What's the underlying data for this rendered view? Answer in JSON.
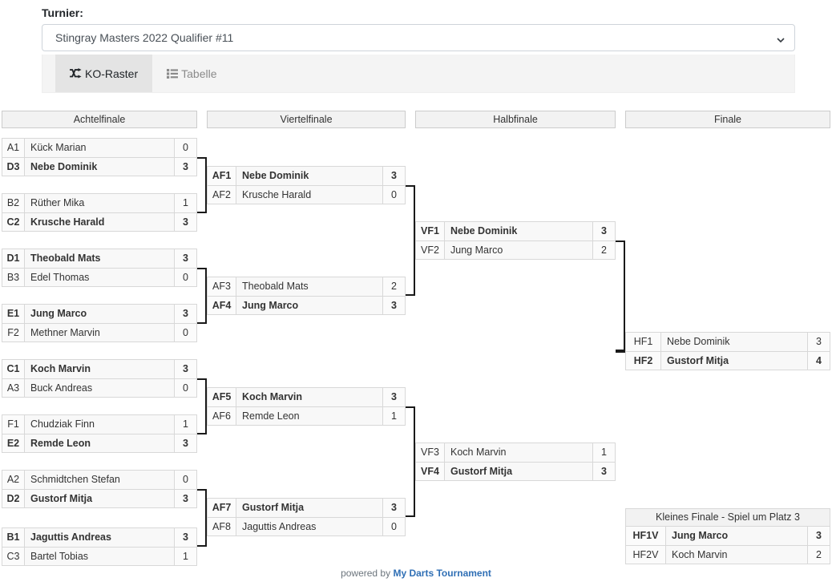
{
  "header": {
    "label": "Turnier:",
    "selected_tournament": "Stingray Masters 2022 Qualifier #11",
    "chevron_icon": "chevron-down-icon",
    "tabs": [
      {
        "label": "KO-Raster",
        "icon": "shuffle-icon",
        "active": true
      },
      {
        "label": "Tabelle",
        "icon": "list-icon",
        "active": false
      }
    ]
  },
  "rounds": [
    {
      "id": "r16",
      "title": "Achtelfinale"
    },
    {
      "id": "qf",
      "title": "Viertelfinale"
    },
    {
      "id": "sf",
      "title": "Halbfinale"
    },
    {
      "id": "f",
      "title": "Finale"
    }
  ],
  "third_place": {
    "title": "Kleines Finale - Spiel um Platz 3"
  },
  "matches": {
    "r16": [
      {
        "rows": [
          {
            "code": "A1",
            "name": "Kück Marian",
            "score": "0",
            "winner": false
          },
          {
            "code": "D3",
            "name": "Nebe Dominik",
            "score": "3",
            "winner": true
          }
        ]
      },
      {
        "rows": [
          {
            "code": "B2",
            "name": "Rüther Mika",
            "score": "1",
            "winner": false
          },
          {
            "code": "C2",
            "name": "Krusche Harald",
            "score": "3",
            "winner": true
          }
        ]
      },
      {
        "rows": [
          {
            "code": "D1",
            "name": "Theobald Mats",
            "score": "3",
            "winner": true
          },
          {
            "code": "B3",
            "name": "Edel Thomas",
            "score": "0",
            "winner": false
          }
        ]
      },
      {
        "rows": [
          {
            "code": "E1",
            "name": "Jung Marco",
            "score": "3",
            "winner": true
          },
          {
            "code": "F2",
            "name": "Methner Marvin",
            "score": "0",
            "winner": false
          }
        ]
      },
      {
        "rows": [
          {
            "code": "C1",
            "name": "Koch Marvin",
            "score": "3",
            "winner": true
          },
          {
            "code": "A3",
            "name": "Buck Andreas",
            "score": "0",
            "winner": false
          }
        ]
      },
      {
        "rows": [
          {
            "code": "F1",
            "name": "Chudziak Finn",
            "score": "1",
            "winner": false
          },
          {
            "code": "E2",
            "name": "Remde Leon",
            "score": "3",
            "winner": true
          }
        ]
      },
      {
        "rows": [
          {
            "code": "A2",
            "name": "Schmidtchen Stefan",
            "score": "0",
            "winner": false
          },
          {
            "code": "D2",
            "name": "Gustorf Mitja",
            "score": "3",
            "winner": true
          }
        ]
      },
      {
        "rows": [
          {
            "code": "B1",
            "name": "Jaguttis Andreas",
            "score": "3",
            "winner": true
          },
          {
            "code": "C3",
            "name": "Bartel Tobias",
            "score": "1",
            "winner": false
          }
        ]
      }
    ],
    "qf": [
      {
        "rows": [
          {
            "code": "AF1",
            "name": "Nebe Dominik",
            "score": "3",
            "winner": true
          },
          {
            "code": "AF2",
            "name": "Krusche Harald",
            "score": "0",
            "winner": false
          }
        ]
      },
      {
        "rows": [
          {
            "code": "AF3",
            "name": "Theobald Mats",
            "score": "2",
            "winner": false
          },
          {
            "code": "AF4",
            "name": "Jung Marco",
            "score": "3",
            "winner": true
          }
        ]
      },
      {
        "rows": [
          {
            "code": "AF5",
            "name": "Koch Marvin",
            "score": "3",
            "winner": true
          },
          {
            "code": "AF6",
            "name": "Remde Leon",
            "score": "1",
            "winner": false
          }
        ]
      },
      {
        "rows": [
          {
            "code": "AF7",
            "name": "Gustorf Mitja",
            "score": "3",
            "winner": true
          },
          {
            "code": "AF8",
            "name": "Jaguttis Andreas",
            "score": "0",
            "winner": false
          }
        ]
      }
    ],
    "sf": [
      {
        "rows": [
          {
            "code": "VF1",
            "name": "Nebe Dominik",
            "score": "3",
            "winner": true
          },
          {
            "code": "VF2",
            "name": "Jung Marco",
            "score": "2",
            "winner": false
          }
        ]
      },
      {
        "rows": [
          {
            "code": "VF3",
            "name": "Koch Marvin",
            "score": "1",
            "winner": false
          },
          {
            "code": "VF4",
            "name": "Gustorf Mitja",
            "score": "3",
            "winner": true
          }
        ]
      }
    ],
    "f": [
      {
        "rows": [
          {
            "code": "HF1",
            "name": "Nebe Dominik",
            "score": "3",
            "winner": false
          },
          {
            "code": "HF2",
            "name": "Gustorf Mitja",
            "score": "4",
            "winner": true
          }
        ]
      }
    ],
    "third": [
      {
        "rows": [
          {
            "code": "HF1V",
            "name": "Jung Marco",
            "score": "3",
            "winner": true
          },
          {
            "code": "HF2V",
            "name": "Koch Marvin",
            "score": "2",
            "winner": false
          }
        ]
      }
    ]
  },
  "footer": {
    "prefix": "powered by",
    "brand": "My Darts Tournament"
  }
}
